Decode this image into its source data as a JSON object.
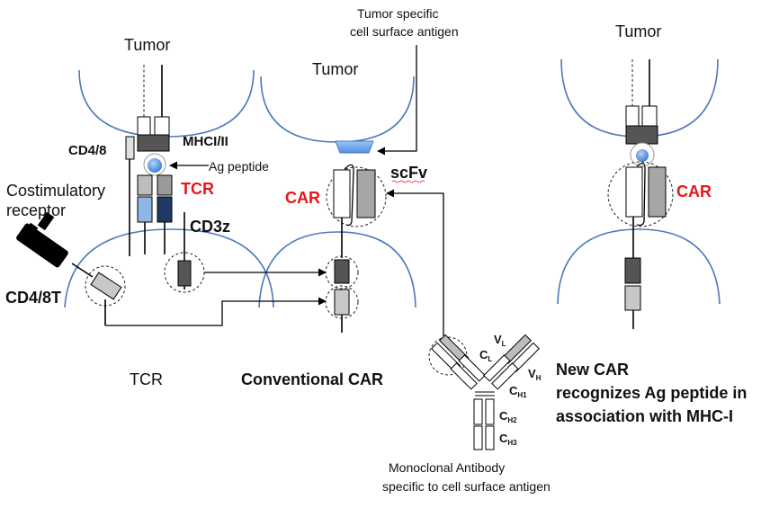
{
  "labels": {
    "tumor_left": "Tumor",
    "tumor_mid": "Tumor",
    "tumor_right": "Tumor",
    "tumor_antigen_line1": "Tumor specific",
    "tumor_antigen_line2": "cell surface antigen",
    "mhc": "MHCI/II",
    "cd48": "CD4/8",
    "ag_peptide": "Ag peptide",
    "tcr_red": "TCR",
    "costim_line1": "Costimulatory",
    "costim_line2": "receptor",
    "cd3z": "CD3z",
    "cd48t": "CD4/8T",
    "tcr_caption": "TCR",
    "car_mid": "CAR",
    "scfv": "scFv",
    "conventional_car": "Conventional CAR",
    "car_right": "CAR",
    "new_car_line1": "New CAR",
    "new_car_line2": "recognizes Ag peptide in",
    "new_car_line3": "association with MHC-I",
    "mab_line1": "Monoclonal Antibody",
    "mab_line2": "specific to cell surface antigen"
  },
  "antibody": {
    "vl": "V",
    "vl_sub": "L",
    "cl": "C",
    "cl_sub": "L",
    "vh": "V",
    "vh_sub": "H",
    "ch1": "C",
    "ch1_sub": "H1",
    "ch2": "C",
    "ch2_sub": "H2",
    "ch3": "C",
    "ch3_sub": "H3"
  },
  "colors": {
    "membrane": "#4a7ab8",
    "accent_red": "#e8141a",
    "tcr_light_blue": "#8fb7e6",
    "tcr_dark_navy": "#1f3864",
    "domain_dark": "#555555",
    "domain_light": "#c8c8c8",
    "peptide_blue": "#4a90e2",
    "antigen_blue": "#6ea6ee"
  }
}
